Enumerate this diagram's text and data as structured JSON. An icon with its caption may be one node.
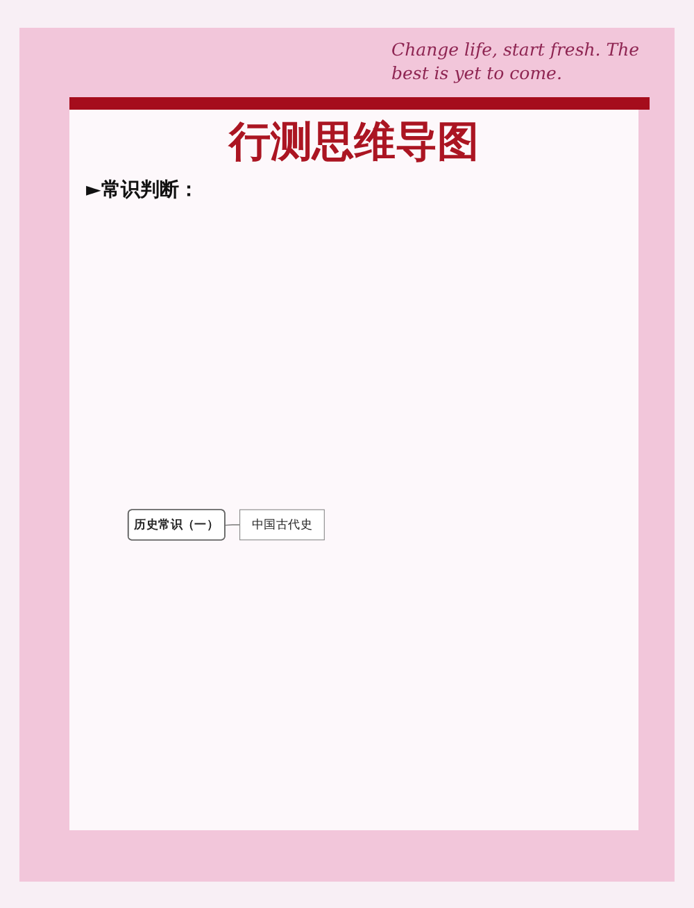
{
  "diagram": {
    "title": "行测思维导图",
    "nodes": [
      {
        "text": [
          "历史常识（一）"
        ]
      },
      {
        "text": [
          "中国古代史"
        ]
      }
    ],
    "edges": [
      {
        "from": 0,
        "to": 1,
        "arrow": "none"
      }
    ],
    "labels": [
      "Change life, start fresh. The best is yet to come.",
      "►常识判断："
    ]
  }
}
